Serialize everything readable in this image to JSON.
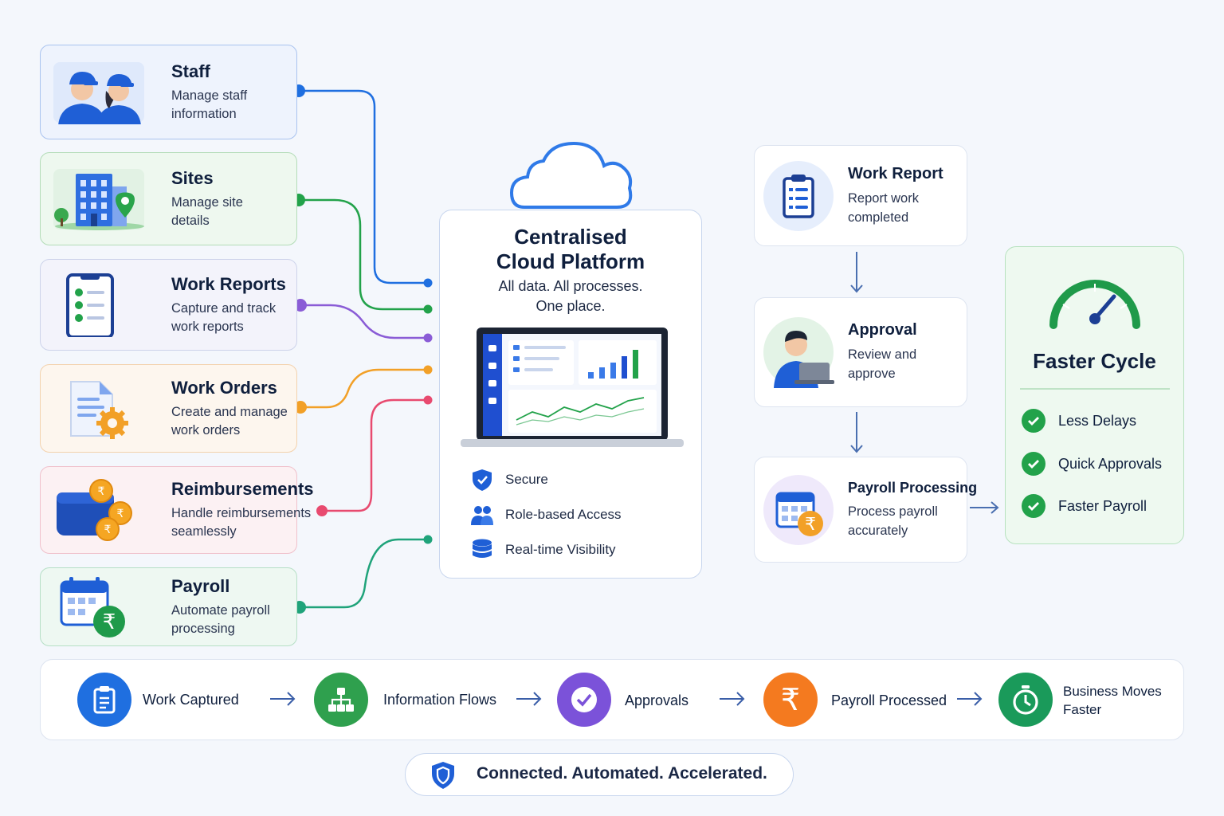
{
  "modules": [
    {
      "id": "staff",
      "title": "Staff",
      "desc": "Manage staff\ninformation",
      "icon": "staff-people-icon",
      "color": "#1f6fe0"
    },
    {
      "id": "sites",
      "title": "Sites",
      "desc": "Manage site\ndetails",
      "icon": "building-location-icon",
      "color": "#22a24a"
    },
    {
      "id": "reports",
      "title": "Work Reports",
      "desc": "Capture and track\nwork reports",
      "icon": "clipboard-checklist-icon",
      "color": "#8a5cd6"
    },
    {
      "id": "orders",
      "title": "Work Orders",
      "desc": "Create and manage\nwork orders",
      "icon": "document-gear-icon",
      "color": "#f2a027"
    },
    {
      "id": "reimb",
      "title": "Reimbursements",
      "desc": "Handle reimbursements\nseamlessly",
      "icon": "wallet-coins-icon",
      "color": "#e84a6f"
    },
    {
      "id": "payroll",
      "title": "Payroll",
      "desc": "Automate payroll\nprocessing",
      "icon": "calendar-rupee-icon",
      "color": "#1fa37a"
    }
  ],
  "platform": {
    "title": "Centralised\nCloud Platform",
    "subtitle": "All data. All processes.\nOne place.",
    "features": [
      {
        "label": "Secure",
        "icon": "shield-icon"
      },
      {
        "label": "Role-based Access",
        "icon": "users-icon"
      },
      {
        "label": "Real-time Visibility",
        "icon": "database-icon"
      }
    ]
  },
  "process": [
    {
      "title": "Work Report",
      "desc": "Report work\ncompleted",
      "icon": "clipboard-icon"
    },
    {
      "title": "Approval",
      "desc": "Review and\napprove",
      "icon": "person-laptop-icon"
    },
    {
      "title": "Payroll Processing",
      "desc": "Process payroll\naccurately",
      "icon": "calendar-rupee-icon"
    }
  ],
  "faster": {
    "title": "Faster Cycle",
    "benefits": [
      "Less Delays",
      "Quick Approvals",
      "Faster Payroll"
    ]
  },
  "flow": [
    {
      "label": "Work Captured",
      "icon": "clipboard-icon",
      "color": "#1f6fe0"
    },
    {
      "label": "Information Flows",
      "icon": "hierarchy-icon",
      "color": "#2fa04e"
    },
    {
      "label": "Approvals",
      "icon": "check-circle-icon",
      "color": "#7b52d9"
    },
    {
      "label": "Payroll Processed",
      "icon": "rupee-icon",
      "color": "#f47a1f"
    },
    {
      "label": "Business Moves\nFaster",
      "icon": "stopwatch-icon",
      "color": "#1a9a5a"
    }
  ],
  "tagline": "Connected. Automated. Accelerated."
}
